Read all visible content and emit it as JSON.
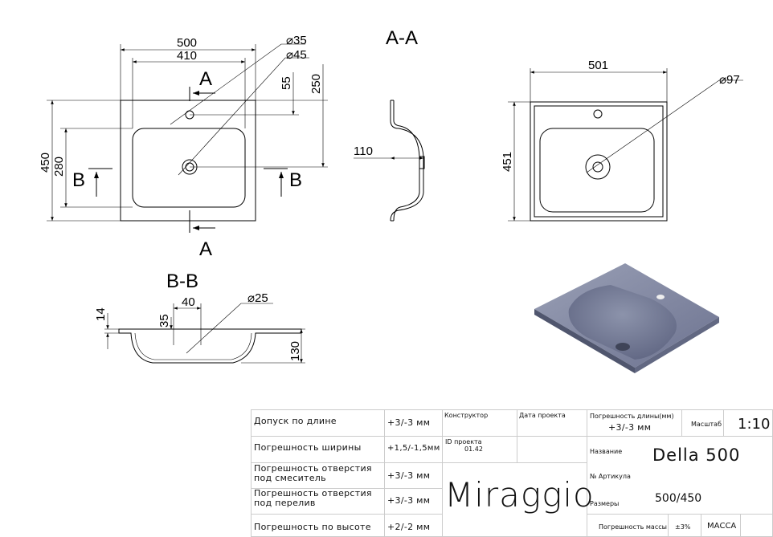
{
  "drawing": {
    "top_view": {
      "dims": [
        "500",
        "410",
        "450",
        "280",
        "250",
        "55",
        "⌀35",
        "⌀45"
      ],
      "section_labels": [
        "A",
        "A",
        "B",
        "B"
      ]
    },
    "section_aa": {
      "title": "A-A",
      "dims": [
        "110"
      ]
    },
    "side_view": {
      "dims": [
        "501",
        "451",
        "⌀97"
      ]
    },
    "section_bb": {
      "title": "B-B",
      "dims": [
        "14",
        "35",
        "40",
        "⌀25",
        "130"
      ]
    }
  },
  "title_block": {
    "rows": [
      {
        "label": "Допуск по длине",
        "value": "+3/-3 мм"
      },
      {
        "label": "Погрешность ширины",
        "value": "+1,5/-1,5мм"
      },
      {
        "label": "Погрешность отверстия под смеситель",
        "value": "+3/-3 мм"
      },
      {
        "label": "Погрешность отверстия под перелив",
        "value": "+3/-3 мм"
      },
      {
        "label": "Погрешность по высоте",
        "value": "+2/-2 мм"
      }
    ],
    "constructor_label": "Конструктор",
    "date_label": "Дата проекта",
    "project_id_label": "ID проекта",
    "project_id": "01.42",
    "brand": "Miraggio",
    "length_tol_label": "Погрешность длины(мм)",
    "length_tol": "+3/-3 мм",
    "scale_label": "Масштаб",
    "scale": "1:10",
    "name_label": "Название",
    "name": "Della 500",
    "article_label": "№ Артикула",
    "sizes_label": "Размеры",
    "sizes": "500/450",
    "mass_tol_label": "Погрешность массы",
    "mass_tol": "±3%",
    "mass_label": "МАССА"
  }
}
